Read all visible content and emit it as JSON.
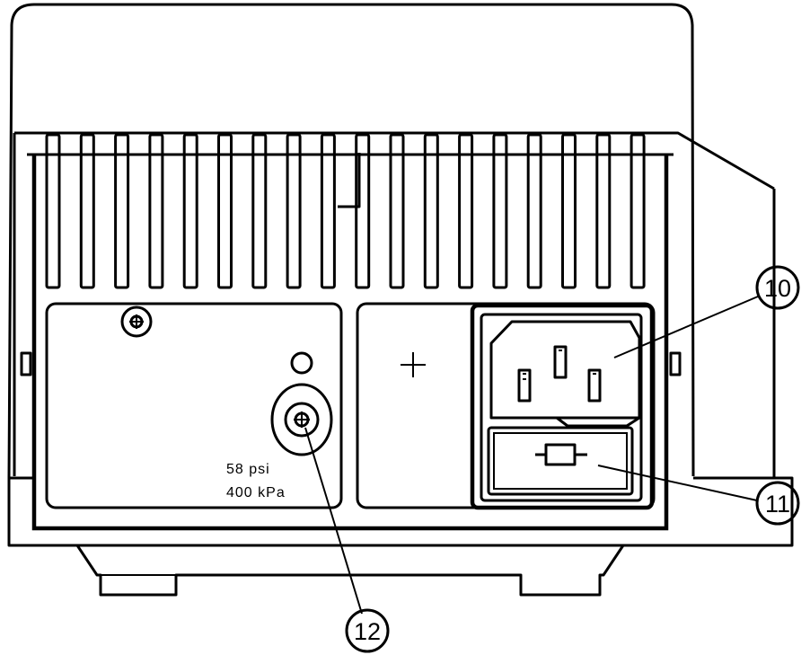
{
  "panel": {
    "pressure_psi": "58  psi",
    "pressure_kpa": "400  kPa"
  },
  "callouts": [
    {
      "id": "callout-10",
      "label": "10"
    },
    {
      "id": "callout-11",
      "label": "11"
    },
    {
      "id": "callout-12",
      "label": "12"
    }
  ],
  "colors": {
    "line": "#000000",
    "background": "#ffffff"
  }
}
